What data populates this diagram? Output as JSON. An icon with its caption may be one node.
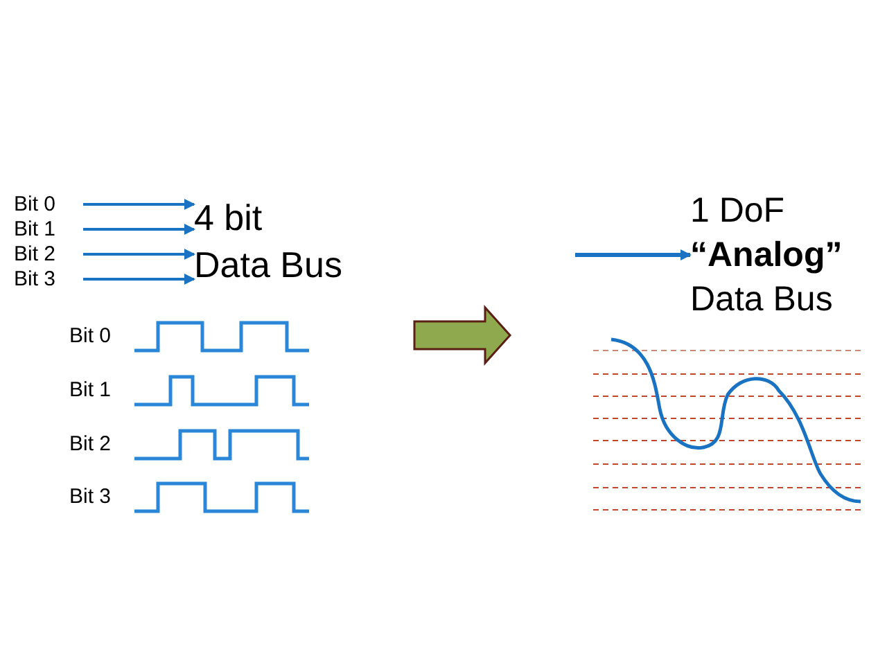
{
  "diagram": {
    "nodes": [
      {
        "text": [
          "Bit 0"
        ]
      },
      {
        "text": [
          "Bit 1"
        ]
      },
      {
        "text": [
          "Bit 2"
        ]
      },
      {
        "text": [
          "Bit 3"
        ]
      },
      {
        "text": [
          "4 bit Data Bus"
        ]
      },
      {
        "text": [
          "1 DoF **“Analog”** Data Bus"
        ]
      }
    ],
    "edges": [
      {
        "from": 0,
        "to": 4,
        "arrow": "to"
      },
      {
        "from": 1,
        "to": 4,
        "arrow": "to"
      },
      {
        "from": 2,
        "to": 4,
        "arrow": "to"
      },
      {
        "from": 3,
        "to": 4,
        "arrow": "to"
      },
      {
        "from": null,
        "to": 5,
        "arrow": "to"
      }
    ],
    "labels": [
      "Bit 0",
      "Bit 1",
      "Bit 2",
      "Bit 3"
    ]
  }
}
